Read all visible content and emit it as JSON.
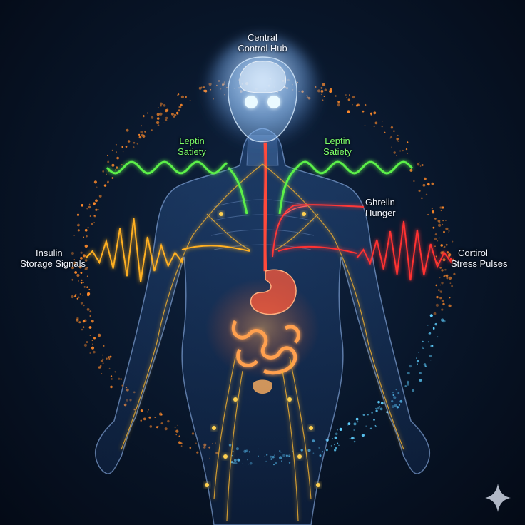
{
  "labels": {
    "hub": {
      "line1": "Central",
      "line2": "Control Hub"
    },
    "leptin_left": {
      "line1": "Leptin",
      "line2": "Satiety"
    },
    "leptin_right": {
      "line1": "Leptin",
      "line2": "Satiety"
    },
    "ghrelin": {
      "line1": "Ghrelin",
      "line2": "Hunger"
    },
    "insulin": {
      "line1": "Insulin",
      "line2": "Storage Signals"
    },
    "cortisol": {
      "line1": "Cortirol",
      "line2": "Stress Pulses"
    }
  },
  "icons": {
    "corner": "sparkle-icon"
  },
  "colors": {
    "leptin": "#5cf04a",
    "ghrelin": "#ff3838",
    "insulin": "#ffb020",
    "cortisol": "#ff3030",
    "body_outline": "#9fc4ff",
    "brain_glow": "#cfe6ff",
    "gut": "#ff6a3a",
    "ring_warm": "#ff8a2a",
    "ring_cool": "#5fd0ff",
    "background": "#081528"
  }
}
